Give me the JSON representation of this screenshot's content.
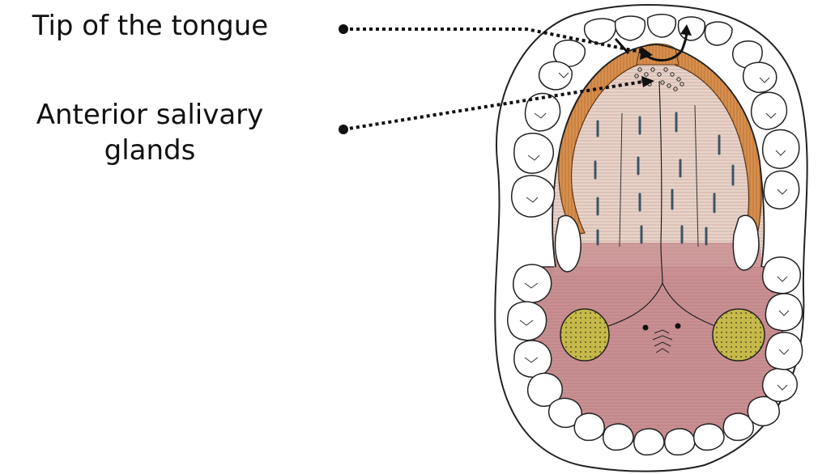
{
  "labels": {
    "tip": "Tip of the tongue",
    "glands_line1": "Anterior salivary",
    "glands_line2": "glands"
  },
  "colors": {
    "muscle": "#d98f4c",
    "tongue_front": "#e9d7cc",
    "tongue_back": "#c7898c",
    "gland": "#c5b94a",
    "line": "#1a1a1a",
    "tick": "#3b5566"
  }
}
